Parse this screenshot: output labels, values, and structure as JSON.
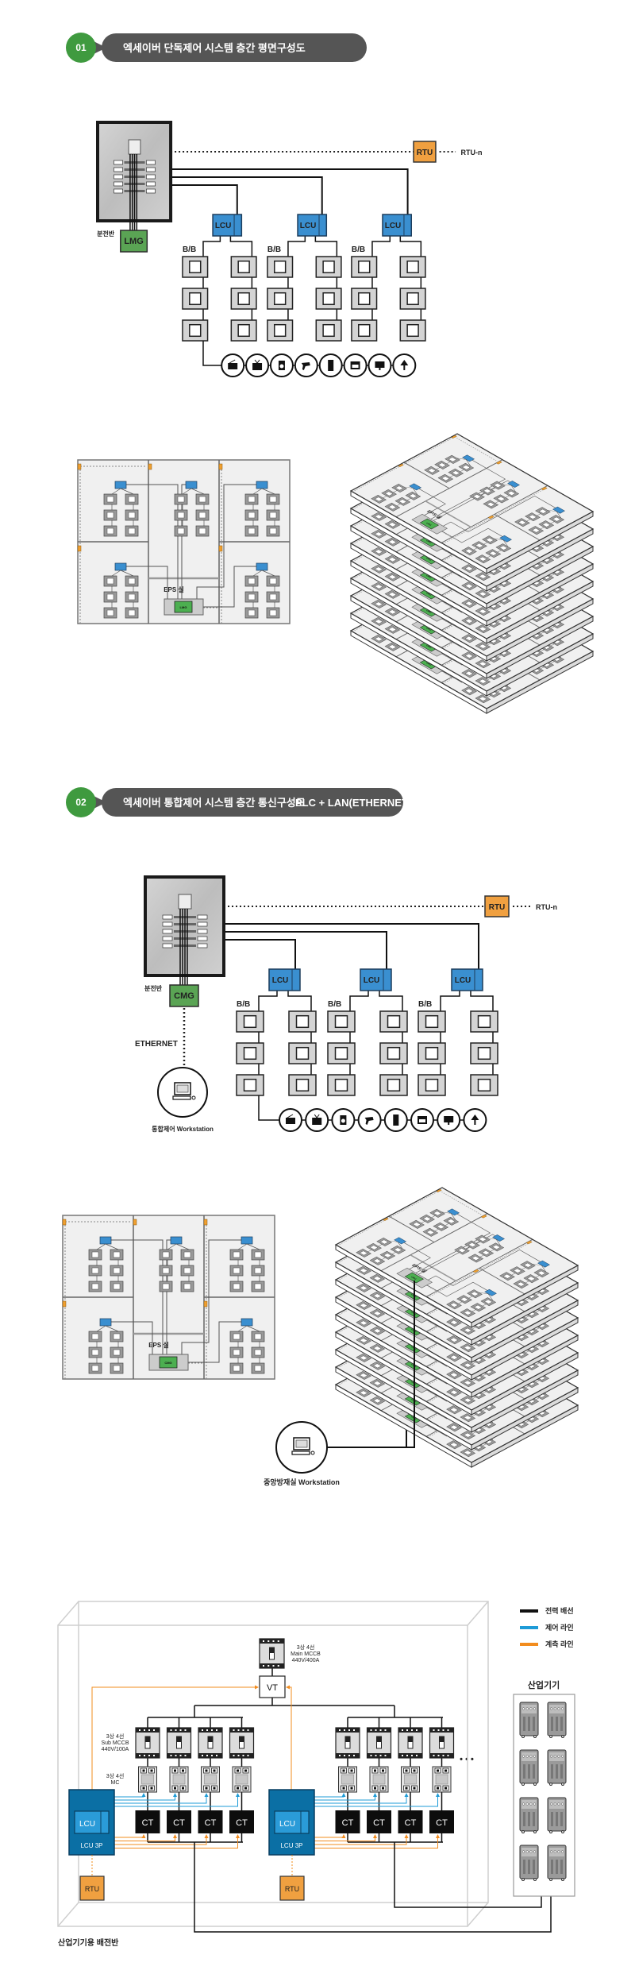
{
  "sections": [
    {
      "number": "01",
      "title": "엑세이버 단독제어 시스템 층간 평면구성도",
      "subtitle": ""
    },
    {
      "number": "02",
      "title": "엑세이버 통합제어 시스템 층간 통신구성도",
      "subtitle": "PLC + LAN(ETHERNET)"
    }
  ],
  "diagram1": {
    "panel_label": "분전반",
    "gateway": "LMG",
    "rtu": "RTU",
    "rtu_n": "RTU-n",
    "lcu": "LCU",
    "bb": "B/B"
  },
  "diagram2": {
    "panel_label": "분전반",
    "gateway": "CMG",
    "rtu": "RTU",
    "rtu_n": "RTU-n",
    "lcu": "LCU",
    "bb": "B/B",
    "ethernet": "ETHERNET",
    "workstation": "통합제어 Workstation"
  },
  "appliances": [
    "radio-icon",
    "tv-icon",
    "washing-machine-icon",
    "hair-dryer-icon",
    "refrigerator-icon",
    "oven-icon",
    "monitor-icon",
    "lamp-icon"
  ],
  "plan1": {
    "eps": "EPS 실",
    "gateway": "LMG"
  },
  "plan2": {
    "eps": "EPS 실",
    "gateway": "CMG",
    "workstation": "중앙방재실 Workstation"
  },
  "floors": 9,
  "panel3": {
    "main_mccb": [
      "3상 4선",
      "Main MCCB",
      "440V/400A"
    ],
    "vt": "VT",
    "sub_mccb": [
      "3상 4선",
      "Sub MCCB",
      "440V/100A"
    ],
    "mc": [
      "3상 4선",
      "MC"
    ],
    "ct": "CT",
    "lcu": "LCU",
    "lcu3p": "LCU 3P",
    "rtu": "RTU",
    "more": "• • •",
    "cabinet_label": "산업기기용 배전반",
    "equipment_title": "산업기기",
    "legend": [
      {
        "label": "전력 배선",
        "color": "#111111"
      },
      {
        "label": "제어 라인",
        "color": "#1e9bd7"
      },
      {
        "label": "계측 라인",
        "color": "#f28c1e"
      }
    ]
  },
  "colors": {
    "header_green": "#3f9a3f",
    "header_pill": "#555555",
    "lcu_blue": "#3a8fd0",
    "gateway_green": "#5aa454",
    "rtu_orange": "#f0a040",
    "lcu3p_blue": "#0b6fa4"
  }
}
